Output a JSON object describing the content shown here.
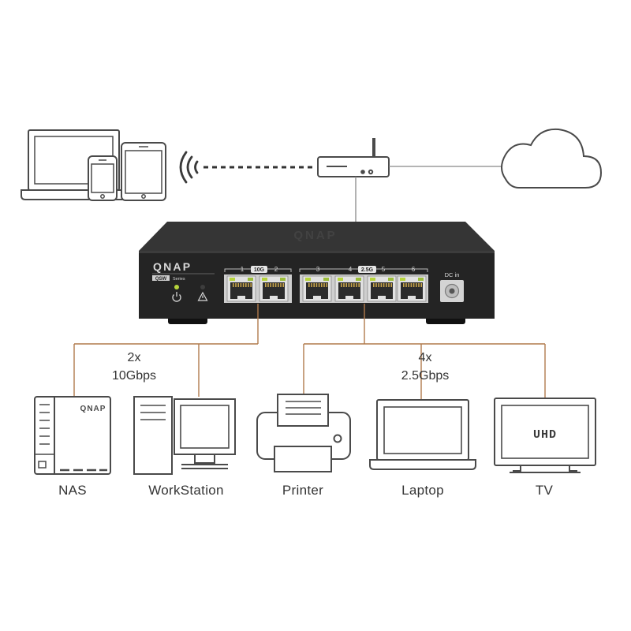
{
  "switch": {
    "brand": "QNAP",
    "model_badge": "QSW",
    "series_text": "Series",
    "port_numbers": [
      "1",
      "2",
      "3",
      "4",
      "5",
      "6"
    ],
    "badge_10g": "10G",
    "badge_25g": "2.5G",
    "dc_label": "DC in"
  },
  "links": {
    "ten_g": {
      "count": "2x",
      "speed": "10Gbps"
    },
    "two_five_g": {
      "count": "4x",
      "speed": "2.5Gbps"
    }
  },
  "devices": {
    "nas": {
      "label": "NAS",
      "logo": "QNAP"
    },
    "workstation": {
      "label": "WorkStation"
    },
    "printer": {
      "label": "Printer"
    },
    "laptop": {
      "label": "Laptop"
    },
    "tv": {
      "label": "TV",
      "screen_text": "UHD"
    }
  },
  "colors": {
    "link_line": "#b07a4c",
    "icon_stroke": "#4a4a4a",
    "switch_body": "#2b2b2b",
    "power_led": "#b6d43c"
  },
  "icons": [
    "laptop-icon",
    "phone-icon",
    "tablet-icon",
    "wifi-icon",
    "router-icon",
    "cloud-icon",
    "nas-icon",
    "workstation-icon",
    "printer-icon",
    "laptop-icon",
    "tv-icon",
    "power-icon",
    "warning-icon"
  ]
}
